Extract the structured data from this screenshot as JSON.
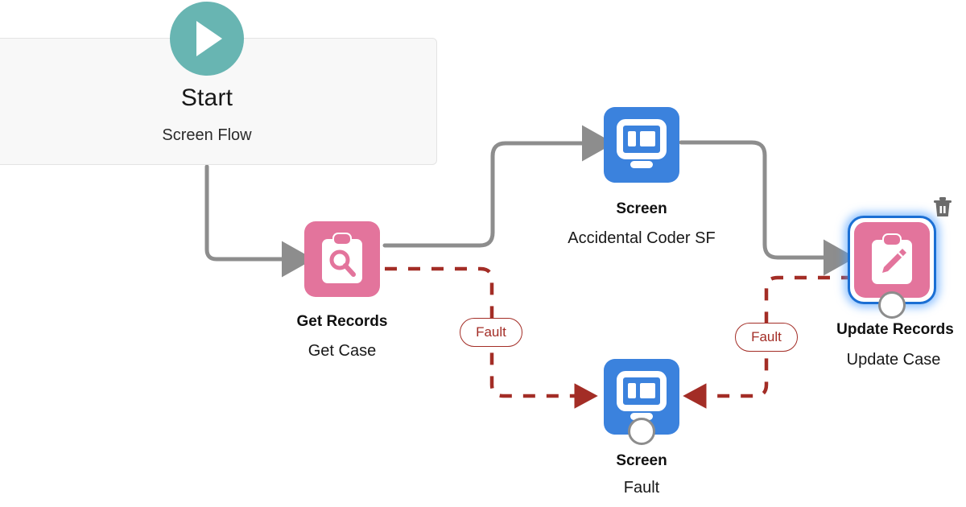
{
  "diagram": {
    "type": "salesforce-flow-builder-canvas",
    "background": "#ffffff",
    "colors": {
      "start_accent": "#68b5b2",
      "record_node": "#e3749c",
      "screen_node": "#3b82dd",
      "connector": "#8d8d8d",
      "fault_connector": "#a32d26",
      "selection": "#1b6fd4"
    }
  },
  "start": {
    "title": "Start",
    "subtitle": "Screen Flow",
    "icon": "play-icon"
  },
  "nodes": [
    {
      "id": "get-records",
      "label": "Get Records",
      "sublabel": "Get Case",
      "icon": "clipboard-search-icon",
      "color": "#e3749c",
      "selected": false
    },
    {
      "id": "screen-main",
      "label": "Screen",
      "sublabel": "Accidental Coder SF",
      "icon": "screen-monitor-icon",
      "color": "#3b82dd",
      "selected": false
    },
    {
      "id": "update-records",
      "label": "Update Records",
      "sublabel": "Update Case",
      "icon": "clipboard-pencil-icon",
      "color": "#e3749c",
      "selected": true
    },
    {
      "id": "screen-fault",
      "label": "Screen",
      "sublabel": "Fault",
      "icon": "screen-monitor-icon",
      "color": "#3b82dd",
      "selected": false
    }
  ],
  "connectors": [
    {
      "id": "start-to-get-records",
      "style": "solid",
      "color": "#8d8d8d"
    },
    {
      "id": "get-records-to-screen",
      "style": "solid",
      "color": "#8d8d8d"
    },
    {
      "id": "screen-to-update-records",
      "style": "solid",
      "color": "#8d8d8d"
    },
    {
      "id": "get-records-fault-to-screen-fault",
      "style": "dashed",
      "color": "#a32d26",
      "label": "Fault"
    },
    {
      "id": "update-records-fault-to-screen-fault",
      "style": "dashed",
      "color": "#a32d26",
      "label": "Fault"
    }
  ],
  "fault_labels": {
    "left": "Fault",
    "right": "Fault"
  },
  "toolbar": {
    "delete_icon": "trash-icon"
  }
}
